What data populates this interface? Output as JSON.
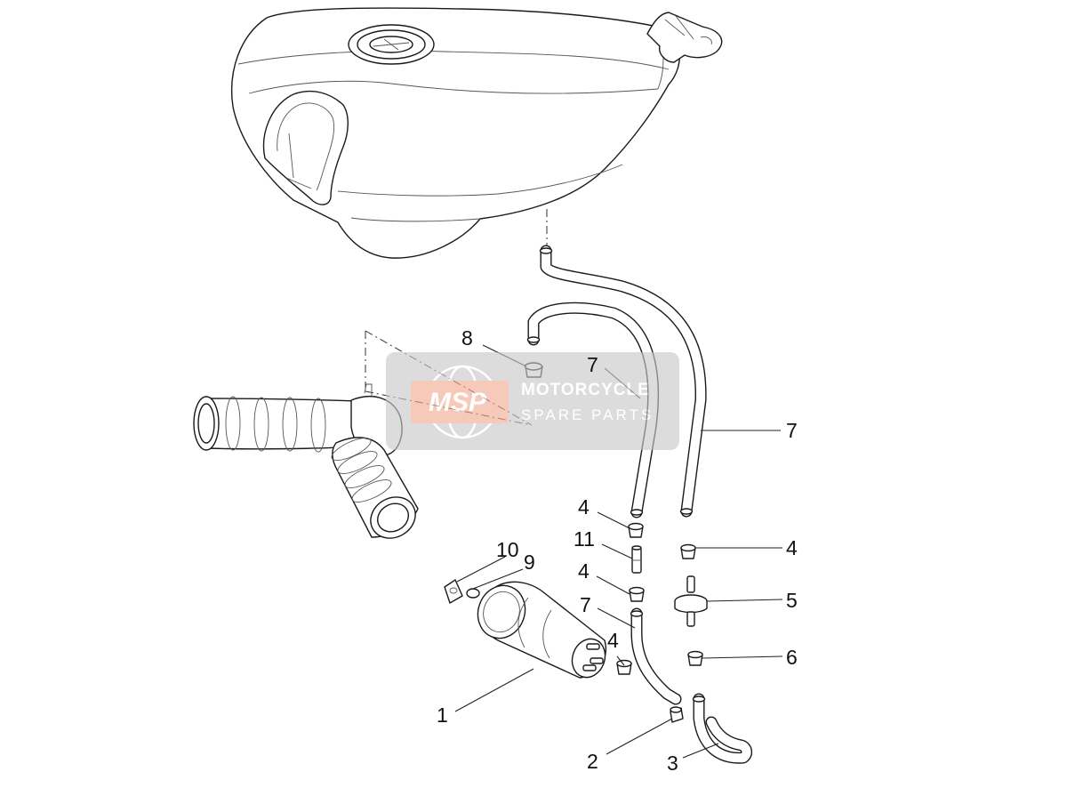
{
  "watermark": {
    "logo": "MSP",
    "line1": "MOTORCYCLE",
    "line2": "SPARE PARTS",
    "accent_color": "#f3a98f",
    "band_color": "#c8c8c8"
  },
  "callouts": [
    {
      "id": "c8",
      "text": "8"
    },
    {
      "id": "c7a",
      "text": "7"
    },
    {
      "id": "c7b",
      "text": "7"
    },
    {
      "id": "c4a",
      "text": "4"
    },
    {
      "id": "c11",
      "text": "11"
    },
    {
      "id": "c4b",
      "text": "4"
    },
    {
      "id": "c10",
      "text": "10"
    },
    {
      "id": "c9",
      "text": "9"
    },
    {
      "id": "c7c",
      "text": "7"
    },
    {
      "id": "c4c",
      "text": "4"
    },
    {
      "id": "c4d",
      "text": "4"
    },
    {
      "id": "c5",
      "text": "5"
    },
    {
      "id": "c6",
      "text": "6"
    },
    {
      "id": "c1",
      "text": "1"
    },
    {
      "id": "c2",
      "text": "2"
    },
    {
      "id": "c3",
      "text": "3"
    }
  ]
}
